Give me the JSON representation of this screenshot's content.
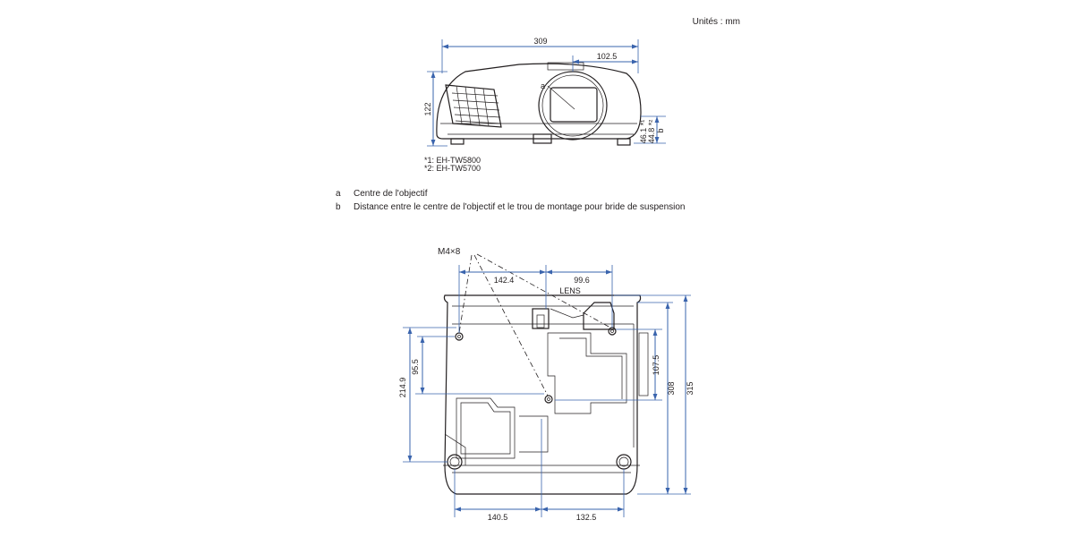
{
  "units_label": "Unités : mm",
  "front_view": {
    "width": "309",
    "lens_offset": "102.5",
    "height": "122",
    "dim_b1": "46.1 *¹",
    "dim_b2": "44.8 *²",
    "label_a": "a",
    "label_b": "b"
  },
  "footnotes": [
    "*1: EH-TW5800",
    "*2: EH-TW5700"
  ],
  "legend": [
    {
      "key": "a",
      "text": "Centre de l'objectif"
    },
    {
      "key": "b",
      "text": "Distance entre le centre de l'objectif et le trou de montage pour bride de suspension"
    }
  ],
  "bottom_view": {
    "screw_label": "M4×8",
    "dim_142": "142.4",
    "dim_996": "99.6",
    "lens_label": "LENS",
    "dim_955": "95.5",
    "dim_2149": "214.9",
    "dim_1075": "107.5",
    "dim_308": "308",
    "dim_315": "315",
    "dim_1405": "140.5",
    "dim_1325": "132.5"
  }
}
